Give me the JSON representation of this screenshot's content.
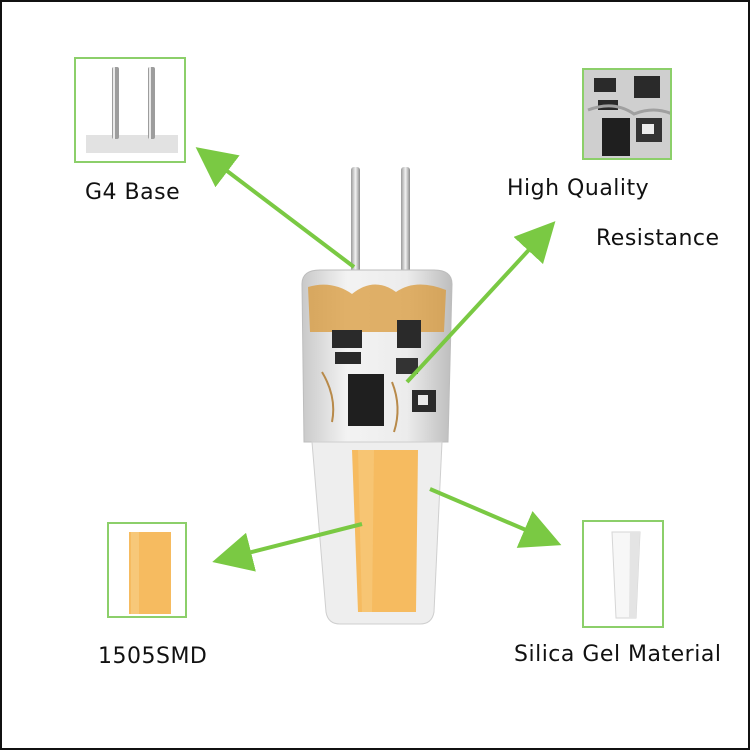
{
  "labels": {
    "g4_base": "G4 Base",
    "high_quality": "High Quality",
    "resistance": "Resistance",
    "smd": "1505SMD",
    "silica": "Silica Gel Material"
  },
  "colors": {
    "arrow": "#7ac943",
    "inset_border": "#8ccf6a",
    "led_strip": "#f6bb60"
  }
}
